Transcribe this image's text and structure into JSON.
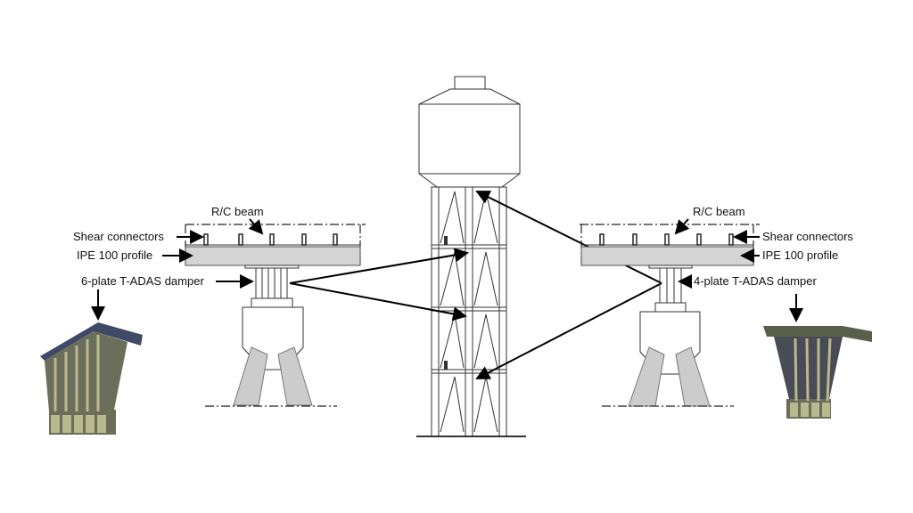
{
  "labels": {
    "rc_beam_left": "R/C beam",
    "shear_connectors_left": "Shear connectors",
    "ipe_left": "IPE 100 profile",
    "damper_left": "6-plate T-ADAS damper",
    "rc_beam_right": "R/C beam",
    "shear_connectors_right": "Shear connectors",
    "ipe_right": "IPE 100 profile",
    "damper_right": "4-plate T-ADAS damper"
  },
  "colors": {
    "profile": "#d4d4d4",
    "damper_3d": "#6b6e5a",
    "damper_3d_top": "#3f4a66",
    "plate": "#b8b98e"
  }
}
